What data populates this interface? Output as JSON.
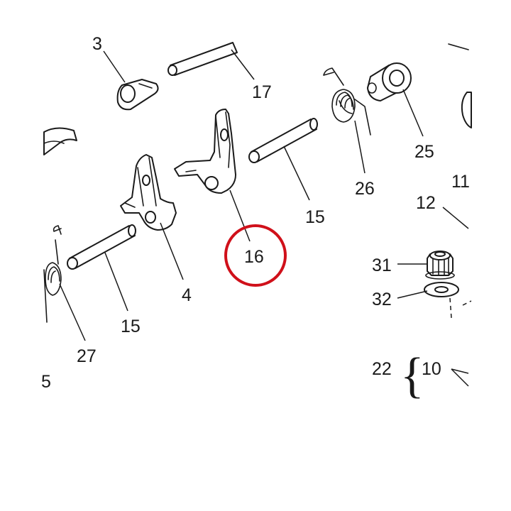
{
  "diagram": {
    "callouts": {
      "c3": "3",
      "c17": "17",
      "c25": "25",
      "c11": "11",
      "c26": "26",
      "c15_right": "15",
      "c16": "16",
      "c12": "12",
      "c4": "4",
      "c15_left": "15",
      "c27": "27",
      "c31": "31",
      "c32": "32",
      "c22": "22",
      "c10": "10",
      "c5": "5"
    },
    "highlight": {
      "target": "16",
      "color": "#d0101a"
    },
    "colors": {
      "line": "#1a1a1a",
      "background": "#ffffff"
    }
  }
}
